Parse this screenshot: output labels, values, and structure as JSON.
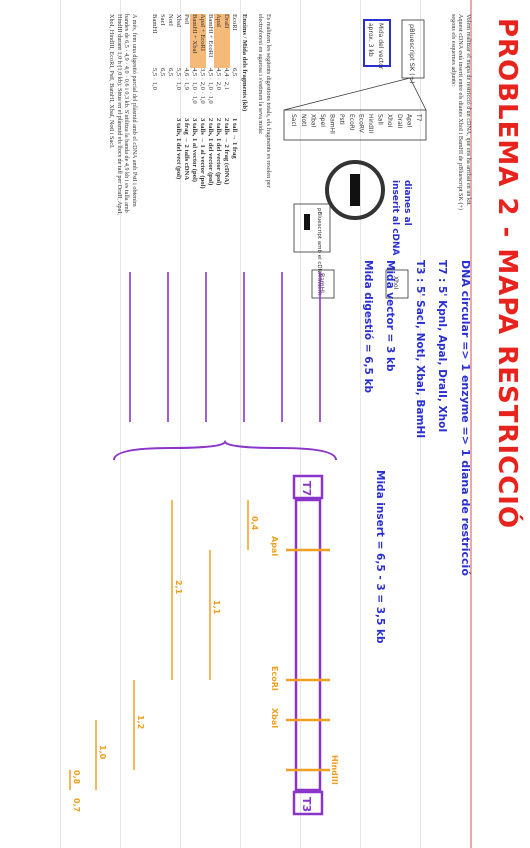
{
  "title": "PROBLEMA 2 - MAPA RESTRICCIÓ",
  "printed": {
    "intro": "Volem realitzar el mapa de restricció d'un cDNA, que ens ha arribat en un kit. Aquest cDNA està inserit entre els dianes XhoI i BamHI de pBluescript SK (+) segons els esquemes adjunts:",
    "vector_label": "pBluescript SK (+)",
    "vector_size_label": "Mida del vector",
    "vector_size_value": "aprox. 3 kb",
    "polylinker_left": [
      "T7",
      "ApaI",
      "DraII",
      "XhoI",
      "SalI",
      "HindIII",
      "EcoRV",
      "EcoRI",
      "PstI",
      "BamHI",
      "SpeI",
      "XbaI",
      "NotI",
      "SacI"
    ],
    "polylinker_right": [
      "T3"
    ],
    "insert_caption": "pBluescript amb el cDNA inserit",
    "insert_sites": [
      "XhoI",
      "BamHI"
    ],
    "digest_intro": "Es realitzen les següents digestions totals, els fragments es resolen per electroforesi en agarosa i s'estimen la seva mida:",
    "digest_header": "Enzims / Mida dels fragments (kb)",
    "digests": [
      {
        "enz": "EcoRI",
        "sizes": "6,5"
      },
      {
        "enz": "DraII",
        "sizes": "4,4 · 2,1"
      },
      {
        "enz": "ApaI",
        "sizes": "4,5 · 2,0"
      },
      {
        "enz": "BamHI + EcoRI",
        "sizes": "4,5 · 1,0 · 1,0"
      },
      {
        "enz": "ApaI + EcoRI",
        "sizes": "3,5 · 2,0 · 1,0"
      },
      {
        "enz": "BamHI + XbaI",
        "sizes": "4,5 · 1,0 · 1,0"
      },
      {
        "enz": "PstI",
        "sizes": "4,6 · 1,9"
      },
      {
        "enz": "XbaI",
        "sizes": "5,5 · 1,0"
      },
      {
        "enz": "NotI",
        "sizes": "6,5"
      },
      {
        "enz": "SacI",
        "sizes": "6,5"
      },
      {
        "enz": "BamHI",
        "sizes": "5,5 · 1,0"
      }
    ],
    "footer": "A més, fem una digestió parcial del plàsmid amb el cDNA amb PstI i obtenim bandes de 6,5 · 4,9 · 4,0 · 0,6 i 0,3 kb. S'utilitza la banda de 4,9 kb i es talla amb HindIII durant 1,0 h (1,0 kb). Situa en el plàsmid els llocs de tall per DraII, ApaI, XhoI, HindIII, EcoRI, PstI, BamHI, XbaI, NotI i SacI."
  },
  "handwritten": {
    "dna_line": "DNA circular => 1 enzyme => 1 diana de restricció",
    "t7_line": "T7 : 5' KpnI, ApaI, DraII, XhoI",
    "t3_line": "T3 : 5' SacI, NotI, XbaI, BamHI",
    "vector_size": "Mida vector = 3 kb",
    "digest_size": "Mida digestió = 6,5 kb",
    "insert_size": "Mida insert = 6,5 - 3 = 3,5 kb",
    "annot_1": "dianes al",
    "annot_2": "inserit al cDNA",
    "annot_rows": [
      "1 tall → 1 frag",
      "2 talls → 2 frag (cDNA)",
      "2 talls, 1 del vector (pol)",
      "2 talls, 1 del vector (pol)",
      "3 talls → 1 al vector (pol)",
      "3 talls, 1 al vector (pol)",
      "3 frag → 2 talls cDNA",
      "3 talls, 1 del vect (pol)"
    ],
    "map_left": "T7",
    "map_right": "T3",
    "map_sites_top": [
      "ApaI",
      "EcoRI",
      "XbaI",
      "HindIII"
    ],
    "map_sizes": [
      "0,4",
      "1,1",
      "2,1",
      "1,2",
      "1,0",
      "0,8",
      "0,7"
    ]
  },
  "colors": {
    "title": "#e8231d",
    "blue_ink": "#2a2fd0",
    "orange_ink": "#f0a020",
    "purple_ink": "#8a35c9"
  }
}
